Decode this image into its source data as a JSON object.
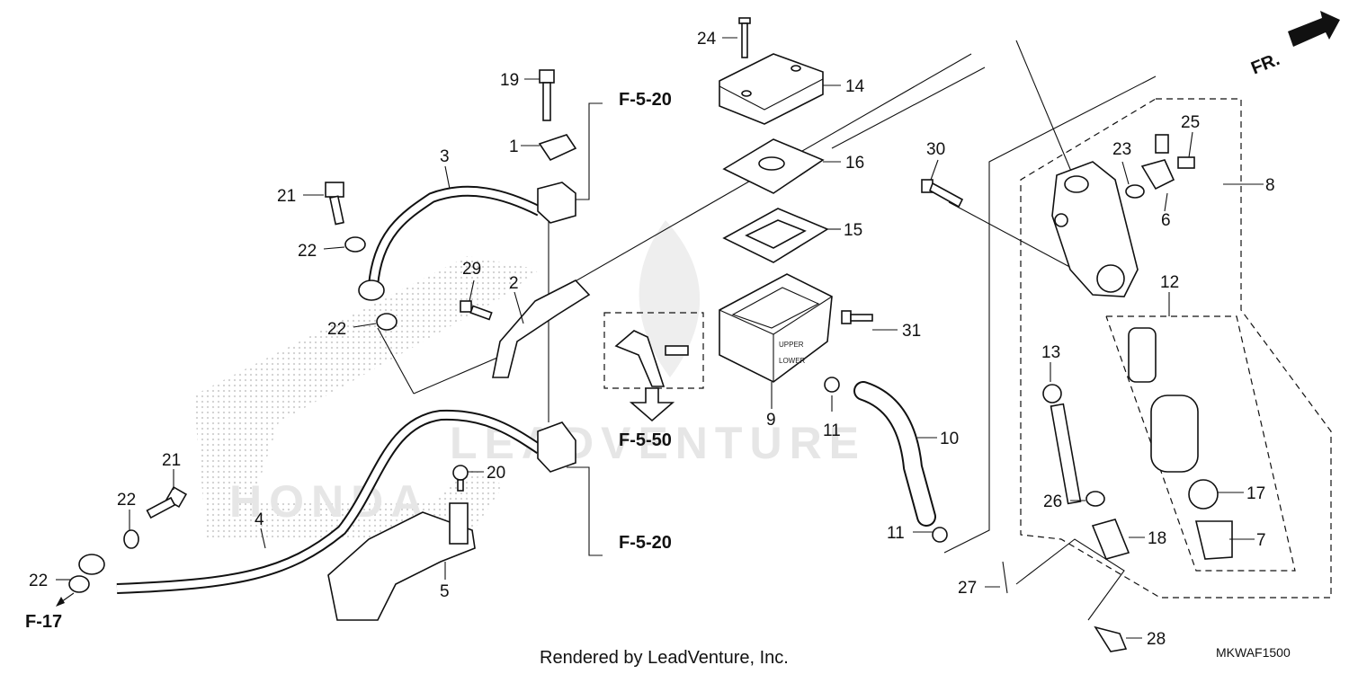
{
  "diagram": {
    "callouts": [
      "1",
      "2",
      "3",
      "4",
      "5",
      "6",
      "7",
      "8",
      "9",
      "10",
      "11",
      "11",
      "12",
      "13",
      "14",
      "15",
      "16",
      "17",
      "18",
      "19",
      "20",
      "21",
      "21",
      "22",
      "22",
      "22",
      "22",
      "23",
      "24",
      "25",
      "26",
      "27",
      "28",
      "29",
      "30",
      "31"
    ],
    "references": {
      "ref_top": "F-5-20",
      "ref_bottom": "F-5-20",
      "ref_middle": "F-5-50",
      "ref_left": "F-17"
    },
    "direction_label": "FR.",
    "credit": "Rendered by LeadVenture, Inc.",
    "diagram_code": "MKWAF1500",
    "reservoir_labels": {
      "upper": "UPPER",
      "lower": "LOWER"
    },
    "watermark_text": "LEADVENTURE",
    "watermark_brand": "HONDA"
  }
}
